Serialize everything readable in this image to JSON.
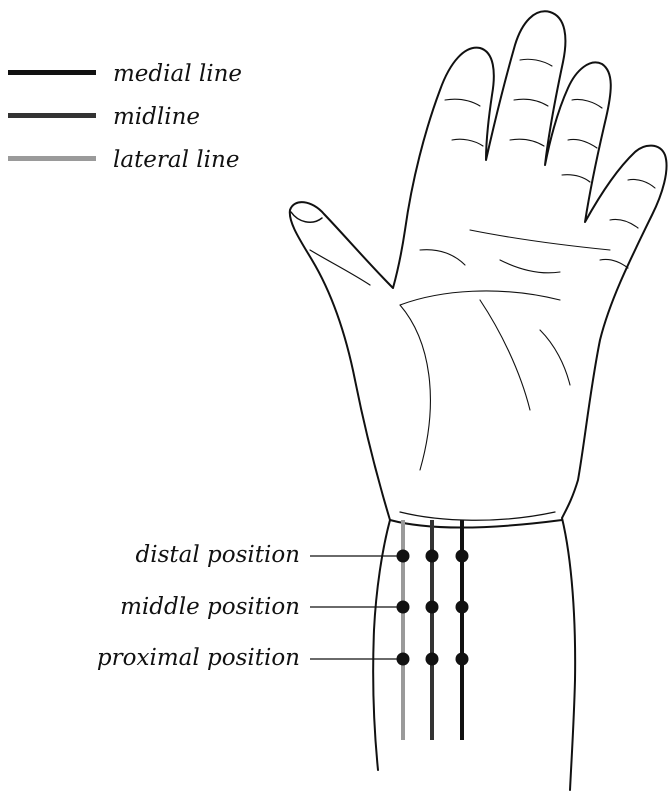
{
  "legend": {
    "items": [
      {
        "key": "medial",
        "label": "medial line",
        "color": "#111111",
        "style": "solid"
      },
      {
        "key": "mid",
        "label": "midline",
        "color": "#333333",
        "style": "solid-grey"
      },
      {
        "key": "lateral",
        "label": "lateral line",
        "color": "#9a9a9a",
        "style": "stippled-grey"
      }
    ]
  },
  "positions": [
    {
      "key": "distal",
      "label": "distal position"
    },
    {
      "key": "middle",
      "label": "middle position"
    },
    {
      "key": "proximal",
      "label": "proximal position"
    }
  ],
  "colors": {
    "outline": "#111111",
    "dot": "#111111",
    "leader": "#111111"
  },
  "icons": [
    "hand-illustration"
  ]
}
